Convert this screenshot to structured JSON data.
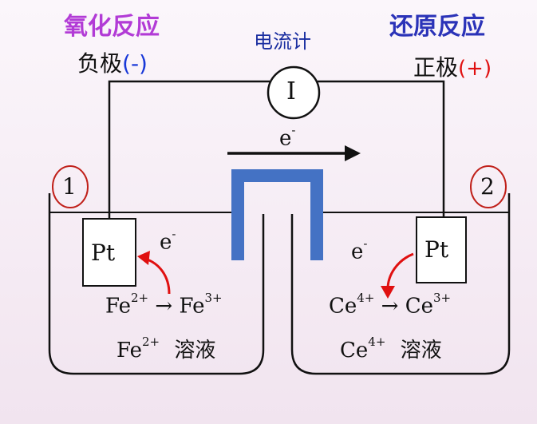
{
  "titles": {
    "oxidation": "氧化反应",
    "reduction": "还原反应"
  },
  "meter": {
    "label": "电流计",
    "symbol": "I"
  },
  "electrodes": {
    "left": {
      "polarity": "负极",
      "sign": "(-)",
      "metal": "Pt",
      "number": "1"
    },
    "right": {
      "polarity": "正极",
      "sign": "(+)",
      "metal": "Pt",
      "number": "2"
    }
  },
  "electron": {
    "base": "e",
    "charge": "-"
  },
  "left_cell": {
    "reaction": {
      "reactant": "Fe",
      "reactant_charge": "2+",
      "arrow": "→",
      "product": "Fe",
      "product_charge": "3+"
    },
    "solution": {
      "ion": "Fe",
      "ion_charge": "2+",
      "word": "溶液"
    }
  },
  "right_cell": {
    "reaction": {
      "reactant": "Ce",
      "reactant_charge": "4+",
      "arrow": "→",
      "product": "Ce",
      "product_charge": "3+"
    },
    "solution": {
      "ion": "Ce",
      "ion_charge": "4+",
      "word": "溶液"
    }
  },
  "colors": {
    "oxidation_title": "#b23bd6",
    "reduction_title": "#2b33b8",
    "salt_bridge": "#4472c4",
    "electron_arrow": "#e01010",
    "circle_outline": "#c0201a",
    "negative_sign": "#1838d8",
    "positive_sign": "#e01010"
  },
  "icons": {
    "meter": "circle-meter-icon",
    "electron_flow": "right-arrow-icon",
    "electron_transfer": "curved-arrow-icon"
  }
}
